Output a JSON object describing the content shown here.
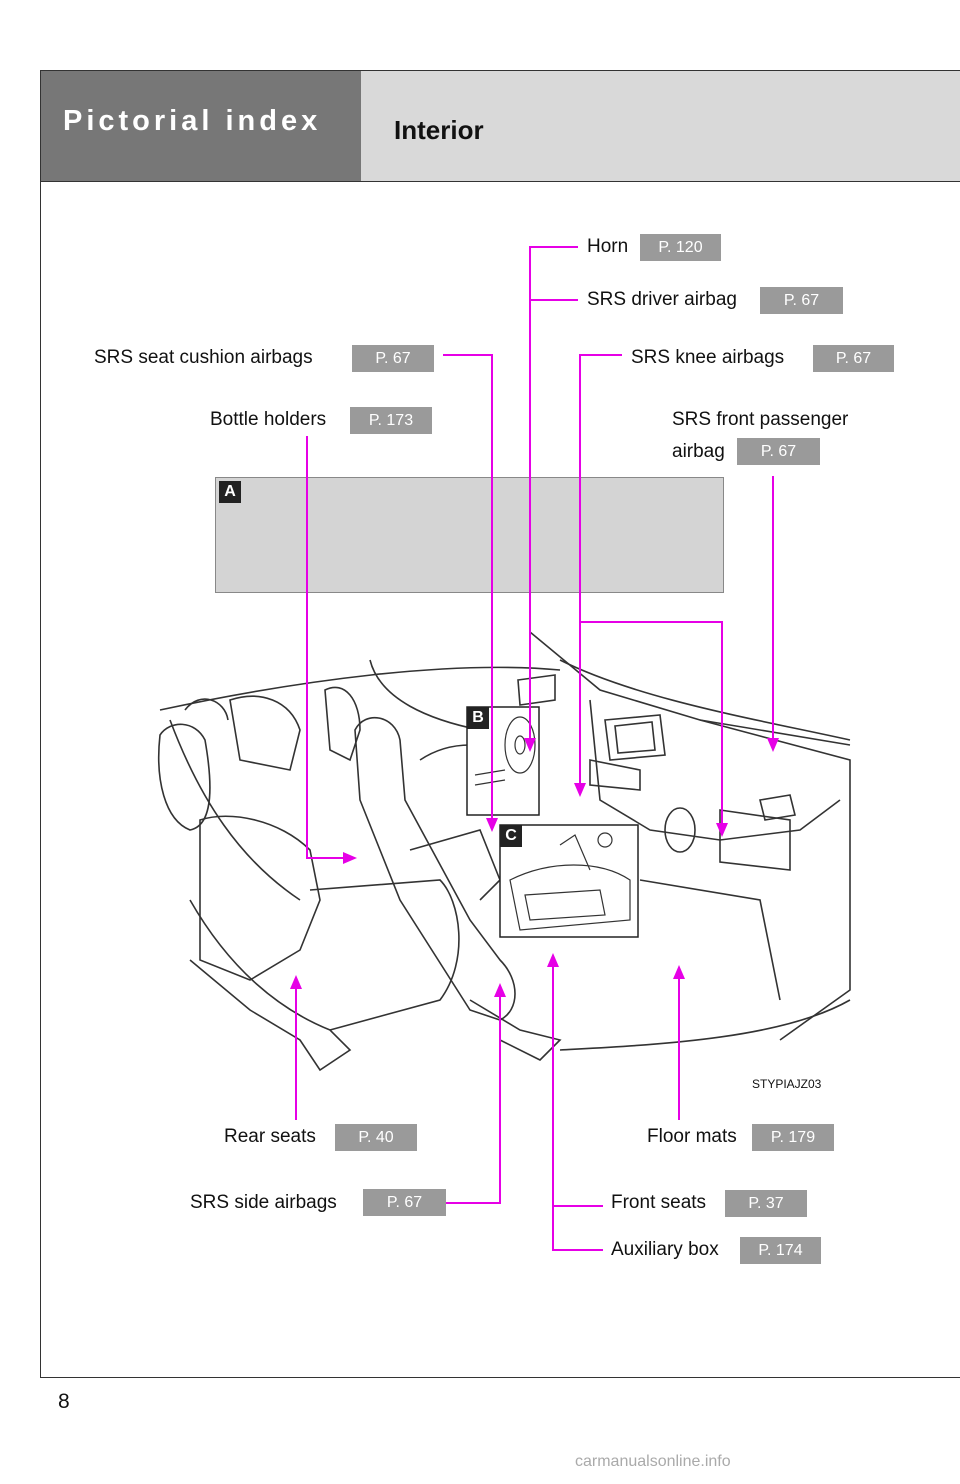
{
  "header": {
    "section": "Pictorial index",
    "subtitle": "Interior"
  },
  "callouts": {
    "horn": {
      "label": "Horn",
      "page": "P. 120"
    },
    "srs_driver_airbag": {
      "label": "SRS driver airbag",
      "page": "P. 67"
    },
    "srs_seat_cushion_airbags": {
      "label": "SRS seat cushion airbags",
      "page": "P. 67"
    },
    "srs_knee_airbags": {
      "label": "SRS knee airbags",
      "page": "P. 67"
    },
    "bottle_holders": {
      "label": "Bottle holders",
      "page": "P. 173"
    },
    "srs_front_passenger_airbag": {
      "label_line1": "SRS front passenger",
      "label_line2": "airbag",
      "page": "P. 67"
    },
    "rear_seats": {
      "label": "Rear seats",
      "page": "P. 40"
    },
    "floor_mats": {
      "label": "Floor mats",
      "page": "P. 179"
    },
    "srs_side_airbags": {
      "label": "SRS side airbags",
      "page": "P. 67"
    },
    "front_seats": {
      "label": "Front seats",
      "page": "P. 37"
    },
    "auxiliary_box": {
      "label": "Auxiliary box",
      "page": "P. 174"
    }
  },
  "inset_tags": {
    "a": "A",
    "b": "B",
    "c": "C"
  },
  "image_id": "STYPIAJZ03",
  "page_number": "8",
  "watermark": "carmanualsonline.info",
  "colors": {
    "leader": "#e600e6",
    "header_dark": "#777777",
    "header_light": "#d9d9d9",
    "page_ref": "#9a9a9a"
  }
}
